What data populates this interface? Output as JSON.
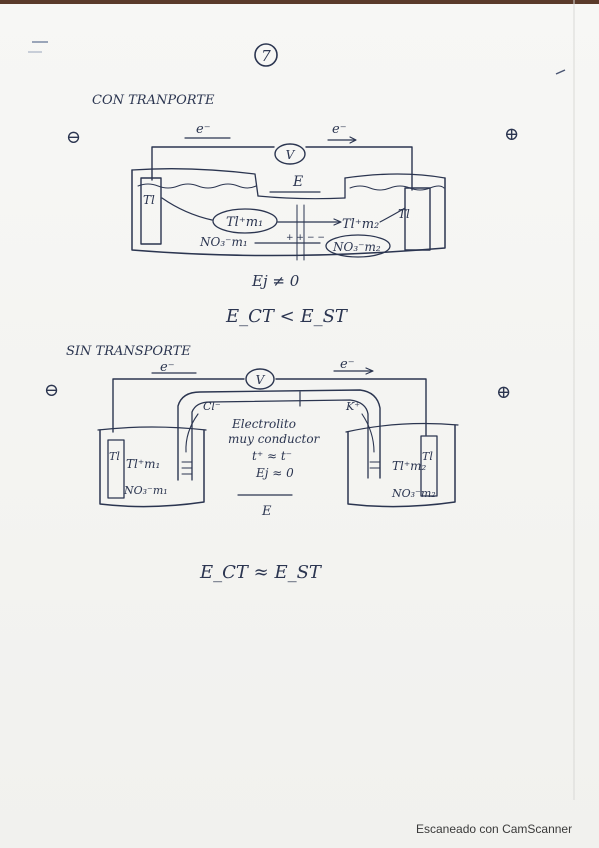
{
  "page_number": "7",
  "section1": {
    "title": "CON TRANPORTE",
    "minus": "⊖",
    "plus": "⊕",
    "electron_left": "e⁻",
    "electron_right": "e⁻",
    "voltmeter": "V",
    "field": "E",
    "left_electrode": "Tl",
    "right_electrode": "Tl",
    "left_ion": "Tl⁺m₁",
    "right_ion": "Tl⁺m₂",
    "left_anion": "NO₃⁻m₁",
    "right_anion": "NO₃⁻m₂",
    "junction": "Ej ≠ 0",
    "relation": "E_CT < E_ST"
  },
  "section2": {
    "title": "SIN TRANSPORTE",
    "minus": "⊖",
    "plus": "⊕",
    "electron_left": "e⁻",
    "electron_right": "e⁻",
    "voltmeter": "V",
    "bridge_anion": "Cl⁻",
    "bridge_cation": "K⁺",
    "electrolyte_line1": "Electrolito",
    "electrolyte_line2": "muy conductor",
    "electrolyte_line3": "t⁺ ≈ t⁻",
    "electrolyte_line4": "Ej ≈ 0",
    "left_electrode": "Tl",
    "right_electrode": "Tl",
    "left_ion": "Tl⁺m₁",
    "right_ion": "Tl⁺m₂",
    "left_anion": "NO₃⁻m₁",
    "right_anion": "NO₃⁻m₂",
    "field": "E",
    "relation": "E_CT ≈ E_ST"
  },
  "watermark": "Escaneado con CamScanner"
}
